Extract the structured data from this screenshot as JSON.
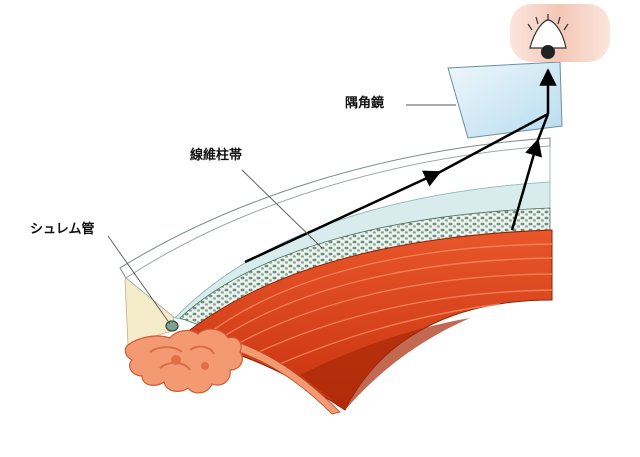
{
  "labels": {
    "gonioscope": "隅角鏡",
    "trabecular_meshwork": "線維柱帯",
    "schlemm_canal": "シュレム管"
  },
  "colors": {
    "background": "#ffffff",
    "ciliary_muscle": "#e34a1c",
    "ciliary_muscle_dark": "#b72b0d",
    "iris": "#f39a73",
    "iris_dark": "#cf5a33",
    "trabecular": "#7fa08f",
    "cornea_layer": "#d8ecee",
    "sclera_yellow": "#f4ebc8",
    "gonioscope_lens": "#cde6f3",
    "skin": "#f6d3c6",
    "pointer_line": "#555555",
    "ray": "#000000"
  },
  "icons": {
    "eye": "eye-icon",
    "arrow": "arrow-head"
  }
}
